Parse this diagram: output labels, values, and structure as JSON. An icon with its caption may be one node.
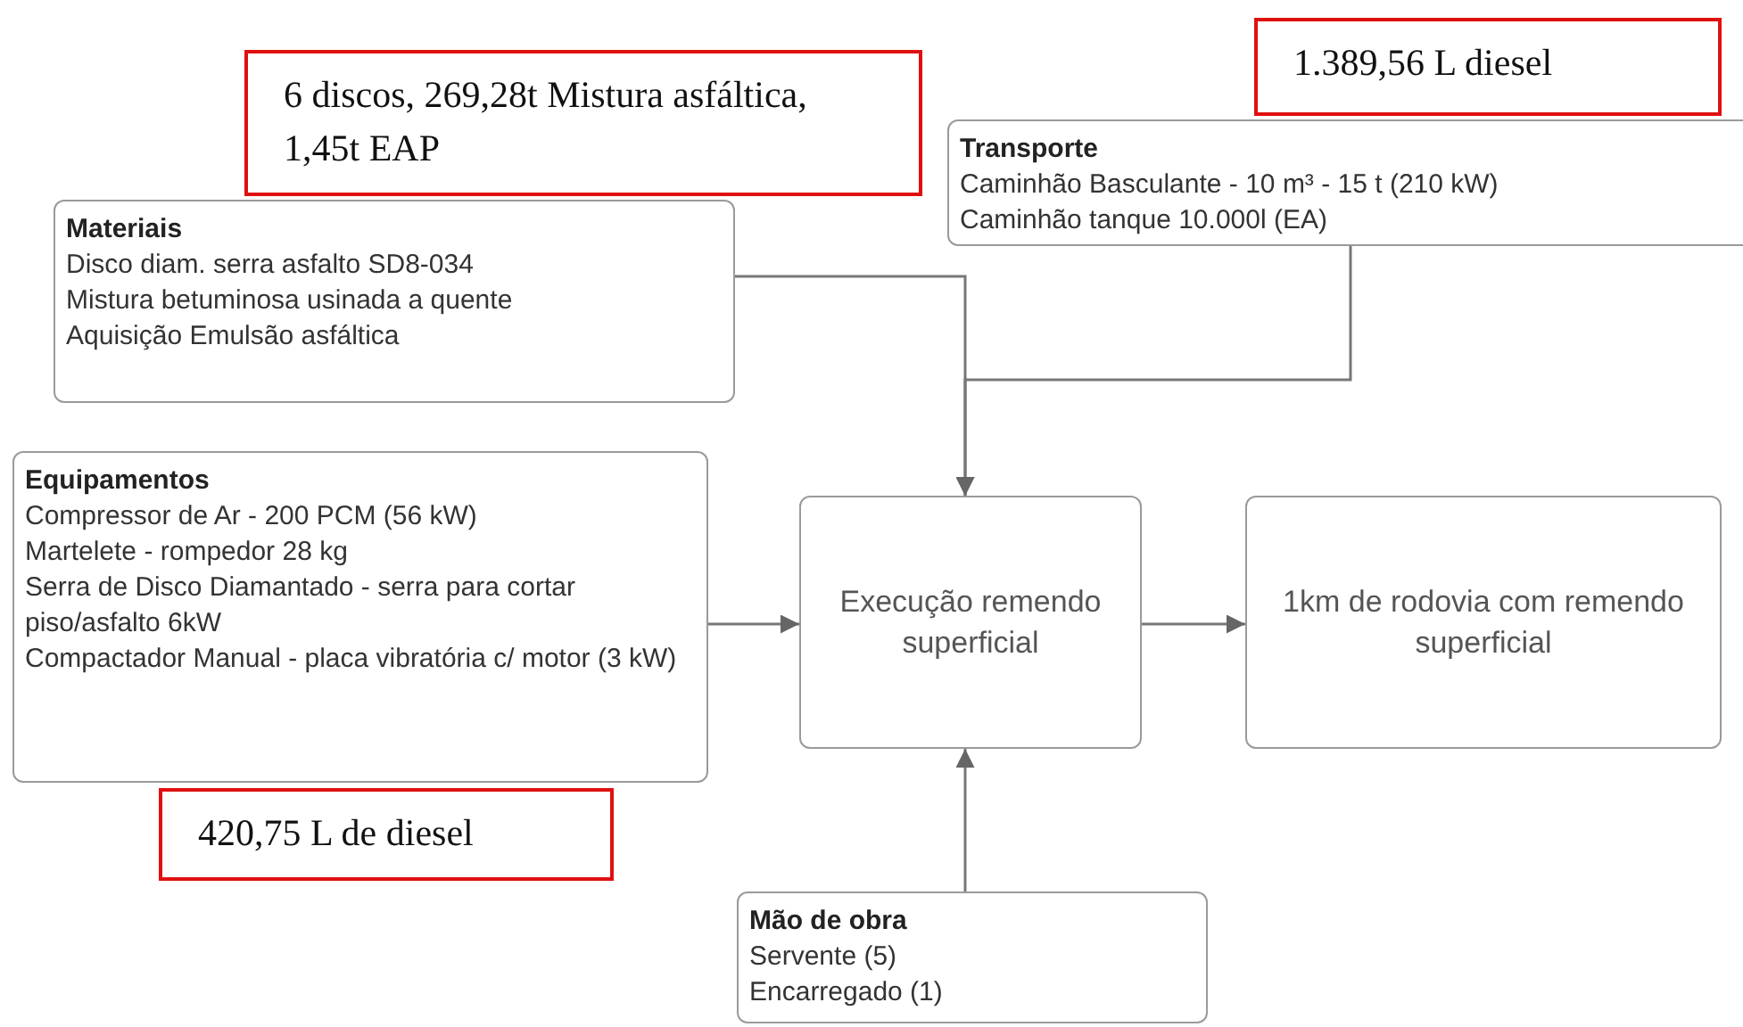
{
  "diagram": {
    "nodes": [
      {
        "text": [
          "Materiais",
          "Disco diam. serra asfalto SD8-034",
          "Mistura betuminosa usinada a quente",
          "Aquisição Emulsão asfáltica"
        ]
      },
      {
        "text": [
          "6 discos, 269,28t Mistura asfáltica, 1,45t EAP"
        ]
      },
      {
        "text": [
          "Transporte",
          "Caminhão Basculante - 10 m³ - 15 t (210 kW)",
          "Caminhão tanque 10.000l (EA)"
        ]
      },
      {
        "text": [
          "1.389,56 L diesel"
        ]
      },
      {
        "text": [
          "Equipamentos",
          "Compressor de Ar - 200 PCM (56 kW)",
          "Martelete - rompedor 28 kg",
          "Serra de Disco Diamantado - serra para cortar piso/asfalto 6kW",
          "Compactador Manual - placa vibratória c/ motor (3 kW)"
        ]
      },
      {
        "text": [
          "420,75 L de diesel"
        ]
      },
      {
        "text": [
          "Execução remendo superficial"
        ]
      },
      {
        "text": [
          "1km de rodovia com remendo superficial"
        ]
      },
      {
        "text": [
          "Mão de obra",
          "Servente (5)",
          "Encarregado (1)"
        ]
      }
    ],
    "edges": [
      {
        "from": 0,
        "to": 6,
        "arrow": "to"
      },
      {
        "from": 2,
        "to": 6,
        "arrow": "to"
      },
      {
        "from": 4,
        "to": 6,
        "arrow": "to"
      },
      {
        "from": 6,
        "to": 7,
        "arrow": "to"
      },
      {
        "from": 8,
        "to": 6,
        "arrow": "to"
      }
    ]
  }
}
